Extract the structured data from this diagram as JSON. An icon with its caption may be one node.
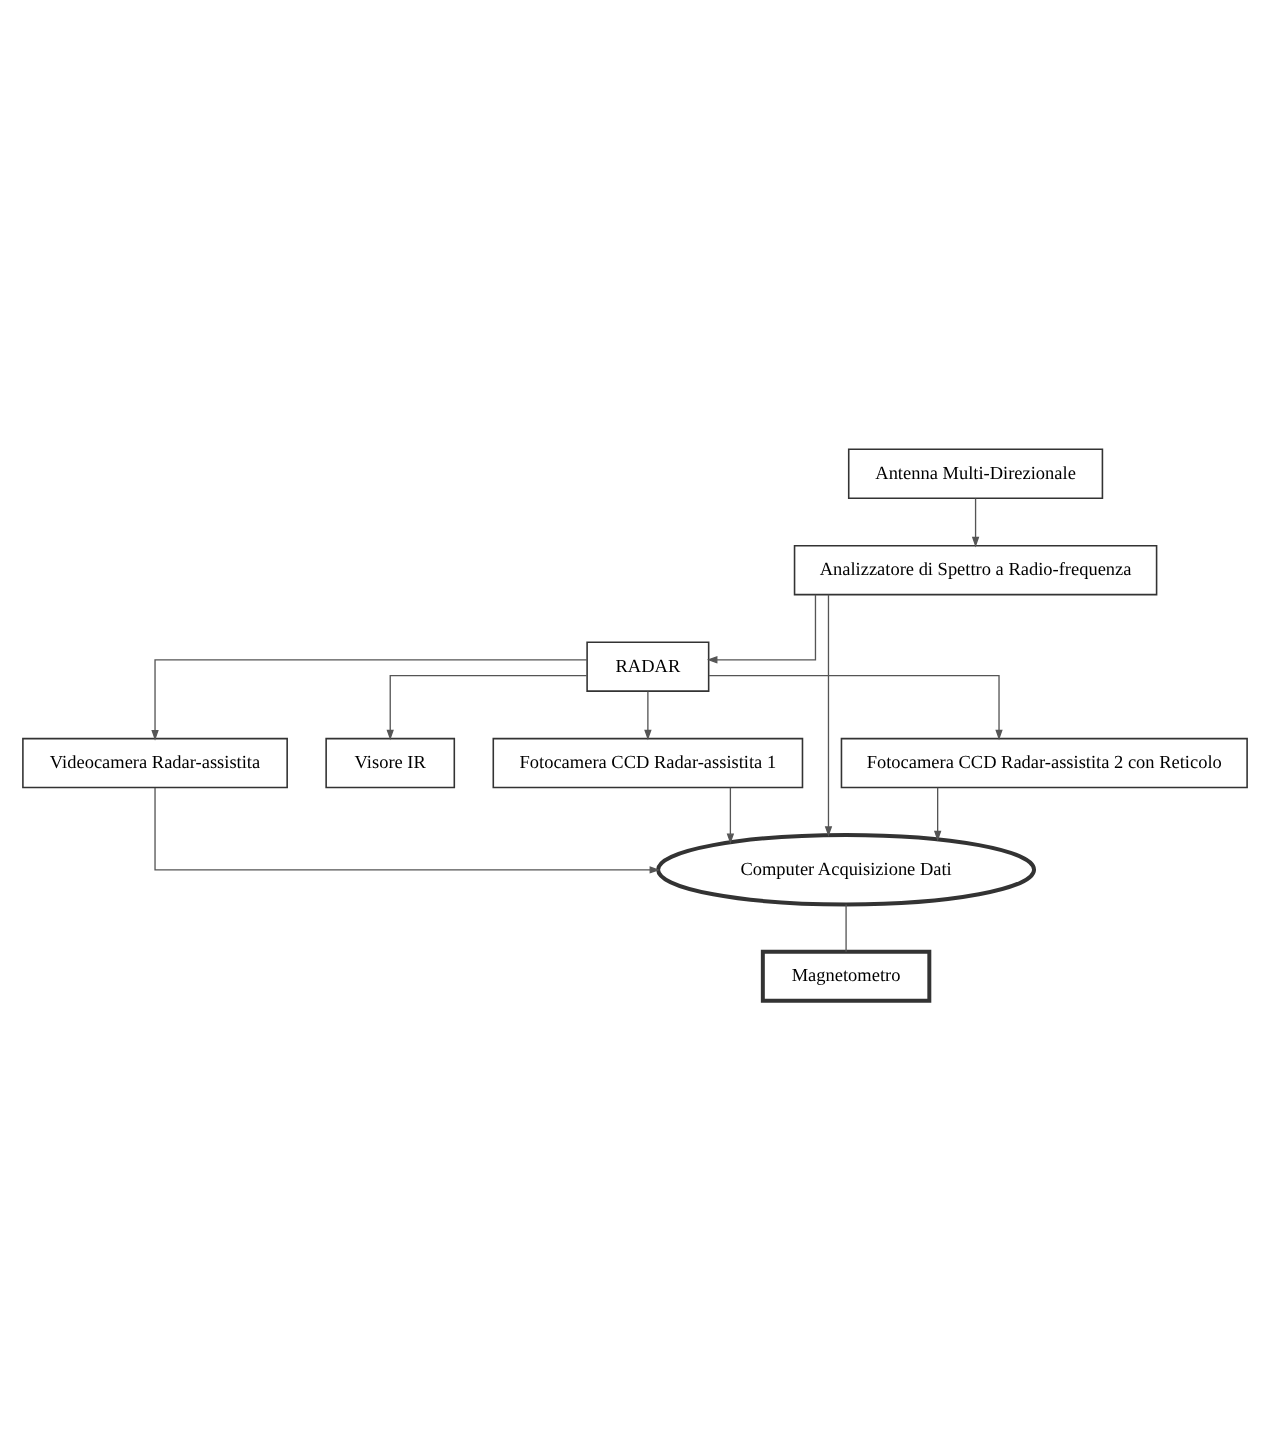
{
  "diagram": {
    "nodes": [
      {
        "text": [
          "Antenna Multi-Direzionale"
        ]
      },
      {
        "text": [
          "Analizzatore di Spettro a Radio-frequenza"
        ]
      },
      {
        "text": [
          "Videocamera Radar-assistita"
        ]
      },
      {
        "text": [
          "Visore IR"
        ]
      },
      {
        "text": [
          "Fotocamera CCD Radar-assistita 1"
        ]
      },
      {
        "text": [
          "RADAR"
        ]
      },
      {
        "text": [
          "Fotocamera CCD Radar-assistita 2 con Reticolo"
        ]
      },
      {
        "text": [
          "Computer Acquisizione Dati"
        ]
      },
      {
        "text": [
          "Magnetometro"
        ]
      }
    ],
    "edges": [
      {
        "from": 0,
        "to": 1,
        "arrow": "to"
      },
      {
        "from": 1,
        "to": 5,
        "arrow": "to"
      },
      {
        "from": 1,
        "to": 7,
        "arrow": "to"
      },
      {
        "from": 5,
        "to": 2,
        "arrow": "to"
      },
      {
        "from": 5,
        "to": 3,
        "arrow": "to"
      },
      {
        "from": 5,
        "to": 4,
        "arrow": "to"
      },
      {
        "from": 5,
        "to": 6,
        "arrow": "to"
      },
      {
        "from": 2,
        "to": 7,
        "arrow": "to"
      },
      {
        "from": 4,
        "to": 7,
        "arrow": "to"
      },
      {
        "from": 6,
        "to": 7,
        "arrow": "to"
      },
      {
        "from": 7,
        "to": 8,
        "arrow": "none"
      }
    ]
  }
}
